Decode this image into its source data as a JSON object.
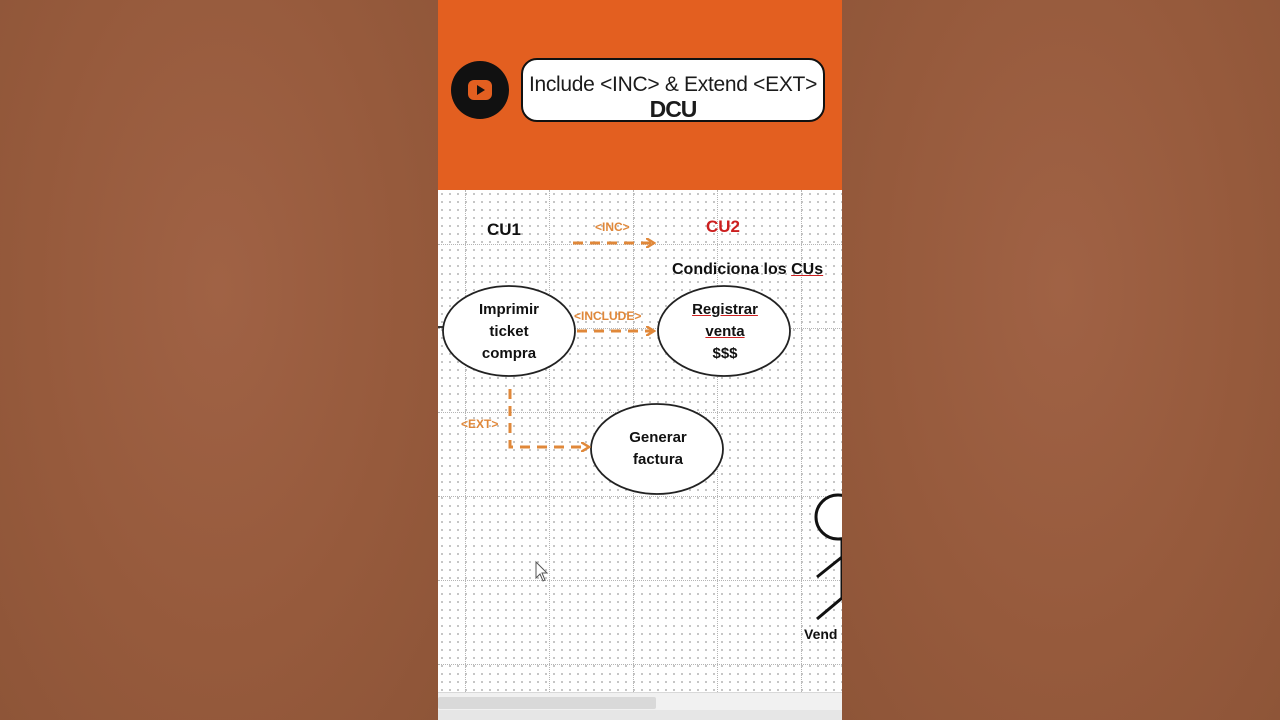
{
  "header": {
    "title_line1": "Include <INC> & Extend <EXT>",
    "title_line2": "DCU",
    "logo_icon": "youtube-icon",
    "accent_color": "#e35f20"
  },
  "diagram": {
    "label_cu1": "CU1",
    "label_cu2": "CU2",
    "label_inc": "<INC>",
    "condition_prefix": "Condiciona los ",
    "condition_cus": "CUs",
    "include_label": "<INCLUDE>",
    "ext_label": "<EXT>",
    "node_imprimir": [
      "Imprimir",
      "ticket",
      "compra"
    ],
    "node_registrar": [
      "Registrar",
      "venta",
      "$$$"
    ],
    "node_generar": [
      "Generar",
      "factura"
    ],
    "actor_label": "Vend",
    "arrow_color": "#e0883a",
    "cu2_color": "#cc1f1f"
  }
}
